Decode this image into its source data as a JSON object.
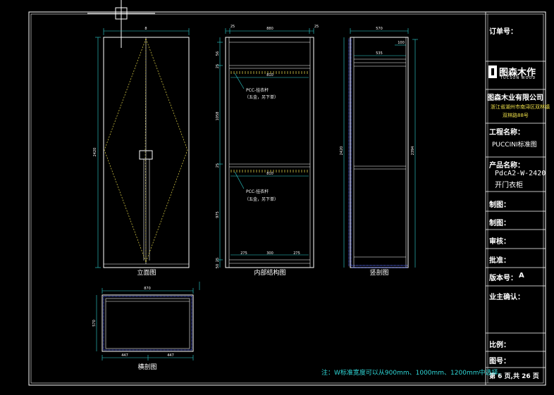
{
  "drawing": {
    "views": {
      "front": "立面图",
      "internal": "内部结构图",
      "section_vertical": "竖剖图",
      "section_horizontal": "横剖图"
    },
    "front_dims": {
      "width": "8",
      "height": "2420"
    },
    "internal_dims": {
      "top_left": "25",
      "top_mid": "880",
      "top_right": "25",
      "rail_upper_width": "810",
      "rail_lower_width": "810",
      "left_1": "56",
      "left_2": "25",
      "left_3": "1058",
      "left_4": "25",
      "left_5": "975",
      "left_6": "25",
      "left_7": "50",
      "bottom_1": "275",
      "bottom_2": "300",
      "bottom_3": "275",
      "rail_label": "PCC-挂衣杆",
      "rail_note": "（五金，另下单）"
    },
    "section_dims": {
      "top": "570",
      "inner_top": "100",
      "inner_w": "535",
      "height_left": "2420",
      "height_right": "2394"
    },
    "plan_dims": {
      "width": "870",
      "depth": "570",
      "half_left": "447",
      "half_right": "447"
    },
    "footnote": "注：W标准宽度可以从900mm、1000mm、1200mm中选择。"
  },
  "title_block": {
    "order_no": "订单号：",
    "logo_name": "图森木作",
    "logo_sub": "TUCSON WOOD",
    "company": "图森木业有限公司",
    "company_addr_1": "浙江省湖州市南浔区双林镇",
    "company_addr_2": "双林路88号",
    "project_label": "工程名称：",
    "project_value": "PUCCINI标准图",
    "product_label": "产品名称：",
    "product_code": "PdcA2-W-2420",
    "product_name": "开门衣柜",
    "drawn_by": "制图：",
    "designed_by": "制图：",
    "reviewed_by": "审核：",
    "approved_by": "批准：",
    "version_label": "版本号：",
    "version_value": "A",
    "owner_confirm": "业主确认：",
    "scale": "比例：",
    "drawing_no": "图号：",
    "page": "第 6 页,共 26 页"
  },
  "colors": {
    "line": "#ffffff",
    "dim": "#2fd6d6",
    "hidden": "#e6d84a",
    "hatch": "#5a6cff",
    "text": "#ffffff"
  }
}
